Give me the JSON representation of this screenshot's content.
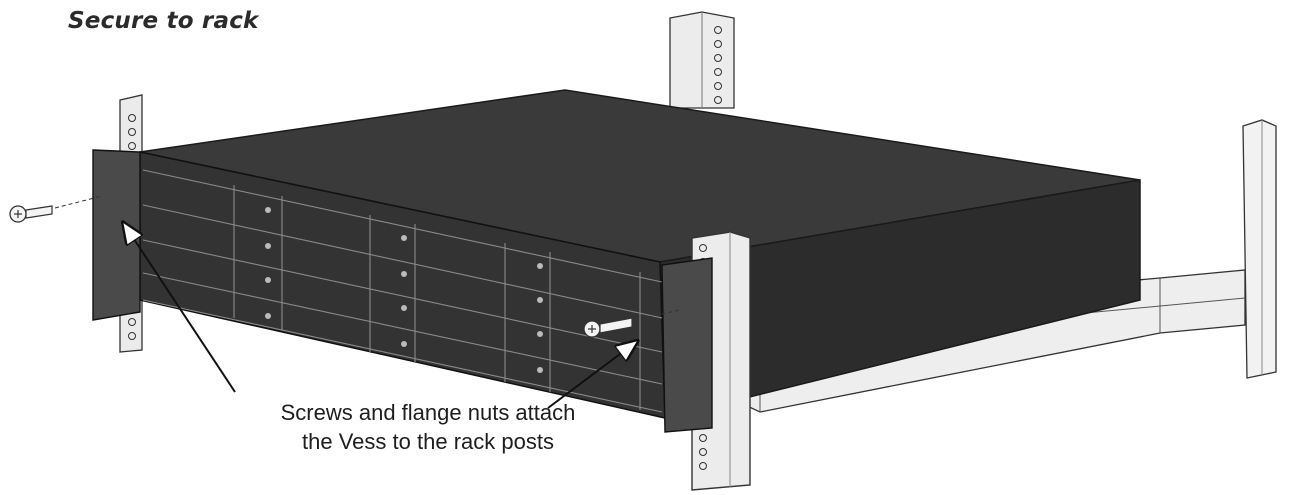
{
  "title": "Secure to rack",
  "callout": {
    "line1": "Screws and flange nuts attach",
    "line2": "the Vess to the rack posts"
  },
  "colors": {
    "chassis_top": "#3a3a3a",
    "chassis_side": "#2b2b2b",
    "front_panel": "#333333",
    "drive_bay": "#3c3c3c",
    "rack_post": "#e6e6e6",
    "rail": "#ececec",
    "outline": "#222222"
  },
  "icons": [
    "screw-icon",
    "arrow-icon",
    "drive-latch-icon"
  ]
}
